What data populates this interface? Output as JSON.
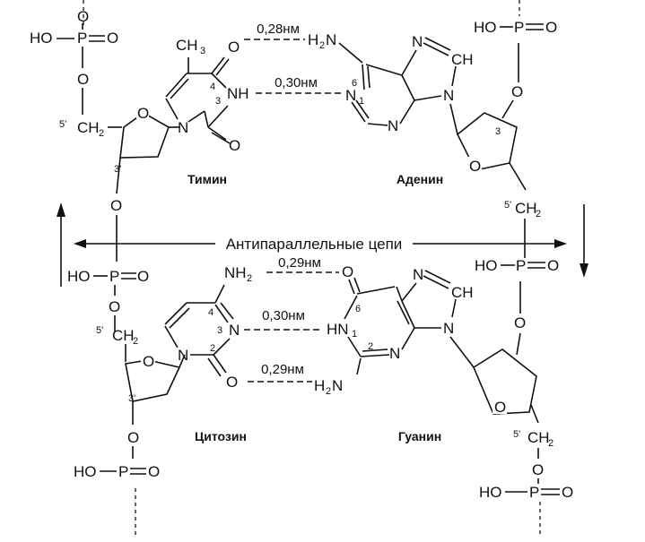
{
  "diagram": {
    "center_label": "Антипараллельные цепи",
    "pairs": {
      "thymine": "Тимин",
      "adenine": "Аденин",
      "cytosine": "Цитозин",
      "guanine": "Гуанин"
    },
    "bonds": {
      "ta_top": "0,28нм",
      "ta_mid": "0,30нм",
      "cg_top": "0,29нм",
      "cg_mid": "0,30нм",
      "cg_bot": "0,29нм"
    },
    "atoms": {
      "ho": "HO",
      "p": "P",
      "o": "O",
      "ch2": "CH",
      "ch3": "CH",
      "sub2": "2",
      "sub3": "3",
      "nh": "NH",
      "n": "N",
      "h2n": "H",
      "nh2": "NH",
      "hn": "HN",
      "ch": "CH",
      "h": "H"
    },
    "numbers": {
      "n1": "1",
      "n2": "2",
      "n3": "3",
      "n4": "4",
      "n6": "6",
      "p3": "3",
      "p5": "5",
      "p3p": "3'",
      "p5p": "5'"
    }
  }
}
